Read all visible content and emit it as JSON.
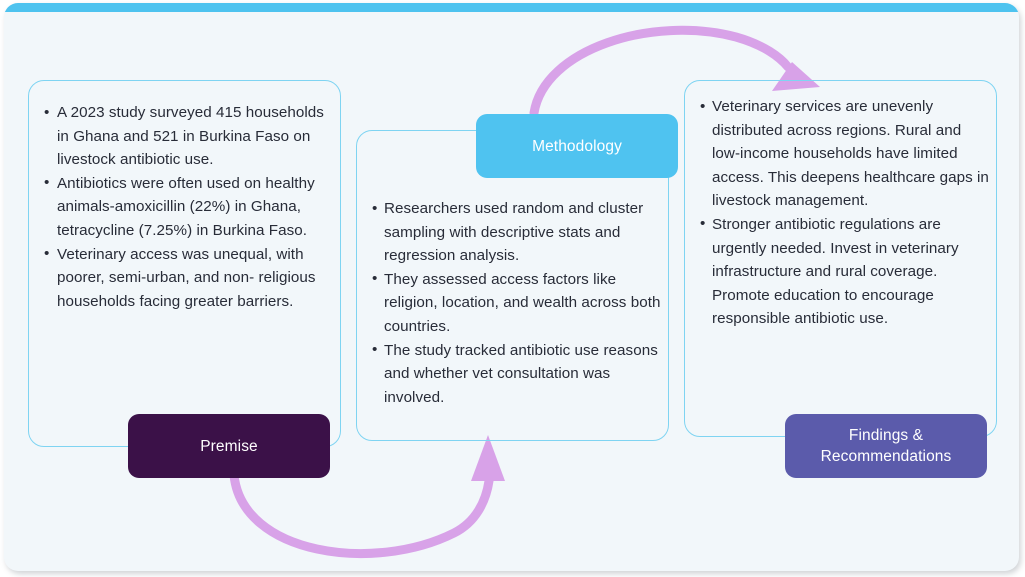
{
  "card": {
    "accent_color": "#4ec3ef",
    "background_color": "#f2f7fa"
  },
  "theme": {
    "box_border_color": "#7fd4f2",
    "text_color": "#282c38",
    "arrow_color": "#d8a2e8",
    "premise_badge_color": "#3b1148",
    "methodology_badge_color": "#4fc3f0",
    "findings_badge_color": "#5b5bab"
  },
  "stages": [
    {
      "id": "premise",
      "badge_label": "Premise",
      "bullets": [
        "A 2023 study surveyed 415 households in Ghana and 521 in Burkina Faso on livestock antibiotic use.",
        "Antibiotics were often used on healthy animals-amoxicillin (22%) in Ghana, tetracycline (7.25%) in Burkina Faso.",
        "Veterinary access was unequal, with poorer, semi-urban, and non- religious households facing greater barriers."
      ]
    },
    {
      "id": "methodology",
      "badge_label": "Methodology",
      "bullets": [
        "Researchers used random and cluster sampling with descriptive stats and regression analysis.",
        "They assessed access factors like religion, location, and wealth across both countries.",
        "The study tracked antibiotic use reasons and whether vet consultation was involved."
      ]
    },
    {
      "id": "findings",
      "badge_label": "Findings &\nRecommendations",
      "bullets": [
        "Veterinary services are unevenly distributed across regions. Rural and low-income households have limited access. This deepens healthcare gaps in livestock management.",
        "Stronger antibiotic regulations are urgently needed. Invest in veterinary infrastructure and rural coverage. Promote education to encourage responsible antibiotic use."
      ]
    }
  ],
  "connectors": [
    {
      "id": "premise-to-methodology",
      "from": "premise",
      "to": "methodology"
    },
    {
      "id": "methodology-to-findings",
      "from": "methodology",
      "to": "findings"
    }
  ]
}
